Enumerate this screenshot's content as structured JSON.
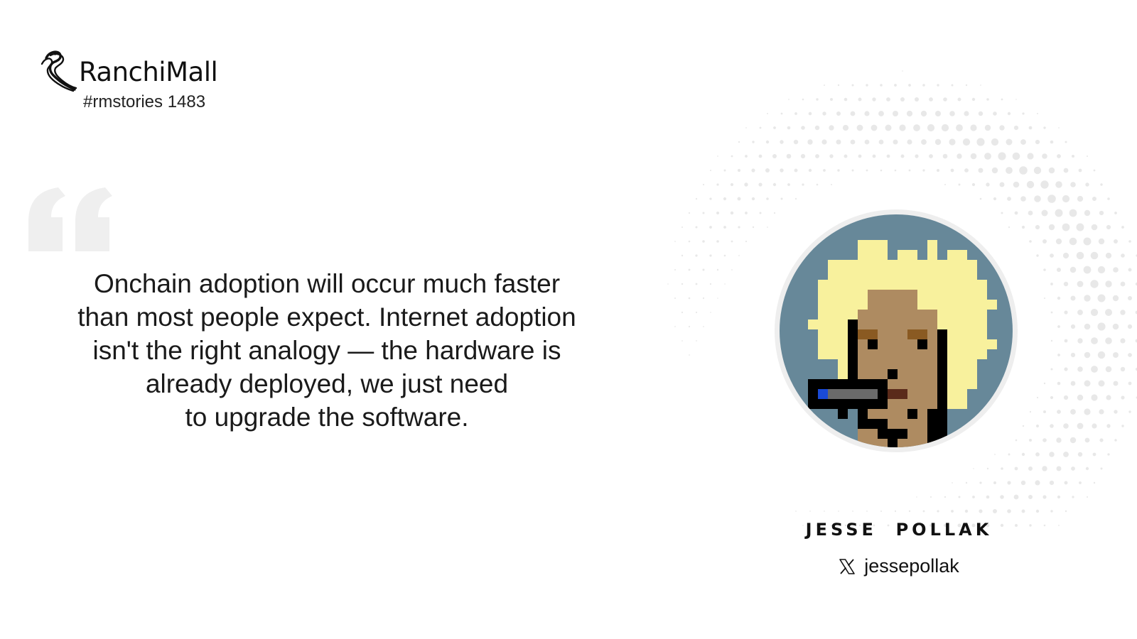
{
  "brand": {
    "logo_icon": "ranchimall-horse-logo-icon",
    "name": "RanchiMall",
    "tag": "#rmstories 1483"
  },
  "quote": {
    "mark_icon": "quotation-mark-icon",
    "lines": [
      "Onchain adoption will occur much faster",
      "than most people expect. Internet adoption",
      "isn't the right analogy — the hardware is",
      "already deployed, we just need",
      "to upgrade the software."
    ]
  },
  "author": {
    "avatar_icon": "pixel-art-punk-avatar-icon",
    "name": "JESSE  POLLAK",
    "platform_icon": "x-logo-icon",
    "handle": "jessepollak"
  },
  "colors": {
    "avatar_bg": "#678899",
    "hair": "#f8f19d",
    "skin": "#ae8b61",
    "quote_mark": "#efefef",
    "dots": "#e8e8e8"
  }
}
